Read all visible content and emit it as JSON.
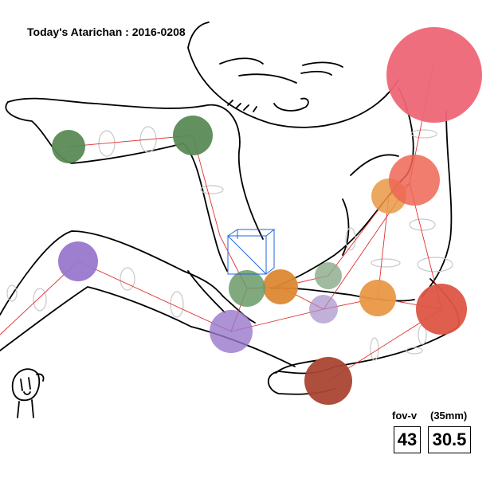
{
  "title": "Today's Atarichan : 2016-0208",
  "fov": {
    "label": "fov-v",
    "lens_label": "(35mm)",
    "value": "43",
    "lens_value": "30.5"
  },
  "colors": {
    "head": "#ee6677",
    "chest": "#ee6655",
    "left_arm": "#dd5544",
    "right_arm_upper": "#e99844",
    "left_hand": "#aa4433",
    "pelvis": "#a78ec9",
    "right_leg": "#9977cc",
    "left_leg": "#6a9a66",
    "hip_knot": "#dd8833",
    "bone_line": "#e03030",
    "cube": "#2266dd"
  }
}
